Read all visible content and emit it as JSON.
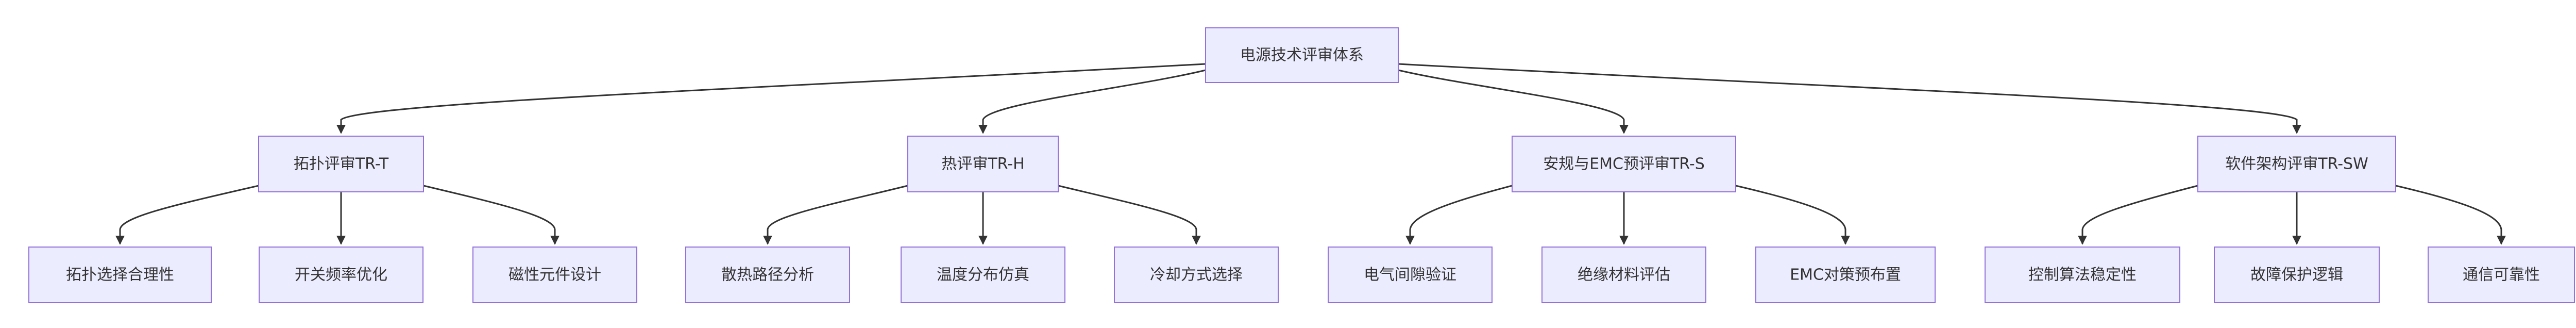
{
  "root": {
    "label": "电源技术评审体系"
  },
  "branches": [
    {
      "label": "拓扑评审TR-T",
      "leaves": [
        "拓扑选择合理性",
        "开关频率优化",
        "磁性元件设计"
      ]
    },
    {
      "label": "热评审TR-H",
      "leaves": [
        "散热路径分析",
        "温度分布仿真",
        "冷却方式选择"
      ]
    },
    {
      "label": "安规与EMC预评审TR-S",
      "leaves": [
        "电气间隙验证",
        "绝缘材料评估",
        "EMC对策预布置"
      ]
    },
    {
      "label": "软件架构评审TR-SW",
      "leaves": [
        "控制算法稳定性",
        "故障保护逻辑",
        "通信可靠性"
      ]
    }
  ],
  "colors": {
    "node_fill": "#ECECFF",
    "node_border": "#9370DB",
    "text": "#333333",
    "edge": "#333333"
  }
}
